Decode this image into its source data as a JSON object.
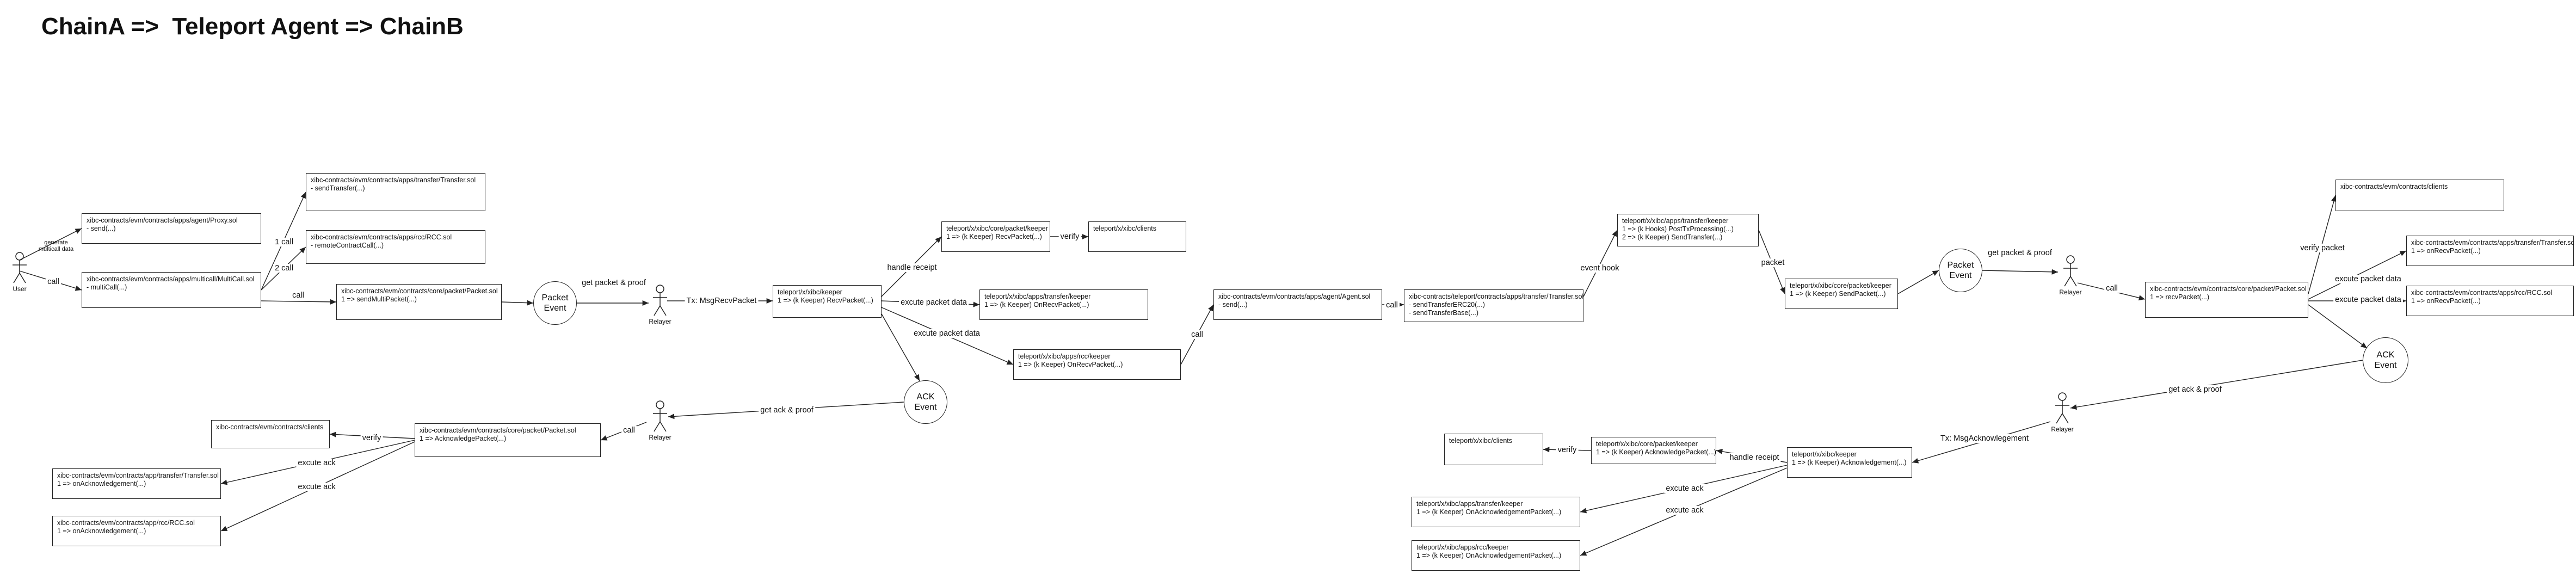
{
  "title": "ChainA =>  Teleport Agent => ChainB",
  "actors": {
    "user": "User",
    "relayer": "Relayer"
  },
  "events": {
    "packet_line1": "Packet",
    "packet_line2": "Event",
    "ack_line1": "ACK",
    "ack_line2": "Event"
  },
  "boxes": {
    "agent_proxy": [
      "xibc-contracts/evm/contracts/apps/agent/Proxy.sol",
      "- send(...)"
    ],
    "multicall": [
      "xibc-contracts/evm/contracts/apps/multicall/MultiCall.sol",
      "- multiCall(...)"
    ],
    "transfer_a": [
      "xibc-contracts/evm/contracts/apps/transfer/Transfer.sol",
      "- sendTransfer(...)"
    ],
    "rcc_a": [
      "xibc-contracts/evm/contracts/apps/rcc/RCC.sol",
      "- remoteContractCall(...)"
    ],
    "packet_a": [
      "xibc-contracts/evm/contracts/core/packet/Packet.sol",
      "1 => sendMultiPacket(...)"
    ],
    "keeper_recv": [
      "teleport/x/xibc/keeper",
      "1 => (k Keeper) RecvPacket(...)"
    ],
    "packet_keeper_recv": [
      "teleport/x/xibc/core/packet/keeper",
      "1 => (k Keeper) RecvPacket(...)"
    ],
    "clients_t1": [
      "teleport/x/xibc/clients"
    ],
    "transfer_keeper_recv": [
      "teleport/x/xibc/apps/transfer/keeper",
      "1 => (k Keeper) OnRecvPacket(...)"
    ],
    "rcc_keeper_recv": [
      "teleport/x/xibc/apps/rcc/keeper",
      "1 => (k Keeper) OnRecvPacket(...)"
    ],
    "agent_sol": [
      "xibc-contracts/evm/contracts/apps/agent/Agent.sol",
      "- send(...)"
    ],
    "teleport_transfer": [
      "xibc-contracts/teleport/contracts/apps/transfer/Transfer.sol",
      "- sendTransferERC20(...)",
      "- sendTransferBase(...)"
    ],
    "transfer_keeper_hook": [
      "teleport/x/xibc/apps/transfer/keeper",
      "1 => (k Hooks) PostTxProcessing(...)",
      "2 => (k Keeper) SendTransfer(...)"
    ],
    "packet_keeper_send": [
      "teleport/x/xibc/core/packet/keeper",
      "1 => (k Keeper) SendPacket(...)"
    ],
    "packet_b": [
      "xibc-contracts/evm/contracts/core/packet/Packet.sol",
      "1 => recvPacket(...)"
    ],
    "clients_b": [
      "xibc-contracts/evm/contracts/clients"
    ],
    "transfer_b": [
      "xibc-contracts/evm/contracts/apps/transfer/Transfer.sol",
      "1 => onRecvPacket(...)"
    ],
    "rcc_b": [
      "xibc-contracts/evm/contracts/apps/rcc/RCC.sol",
      "1 => onRecvPacket(...)"
    ],
    "keeper_ack": [
      "teleport/x/xibc/keeper",
      "1 => (k Keeper) Acknowledgement(...)"
    ],
    "packet_keeper_ack": [
      "teleport/x/xibc/core/packet/keeper",
      "1 => (k Keeper) AcknowledgePacket(...)"
    ],
    "clients_t2": [
      "teleport/x/xibc/clients"
    ],
    "transfer_keeper_ack": [
      "teleport/x/xibc/apps/transfer/keeper",
      "1 => (k Keeper) OnAcknowledgementPacket(...)"
    ],
    "rcc_keeper_ack": [
      "teleport/x/xibc/apps/rcc/keeper",
      "1 => (k Keeper) OnAcknowledgementPacket(...)"
    ],
    "packet_a_ack": [
      "xibc-contracts/evm/contracts/core/packet/Packet.sol",
      "1 => AcknowledgePacket(...)"
    ],
    "clients_a": [
      "xibc-contracts/evm/contracts/clients"
    ],
    "transfer_a_ack": [
      "xibc-contracts/evm/contracts/app/transfer/Transfer.sol",
      "1 => onAcknowledgement(...)"
    ],
    "rcc_a_ack": [
      "xibc-contracts/evm/contracts/app/rcc/RCC.sol",
      "1 => onAcknowledgement(...)"
    ]
  },
  "labels": {
    "generate_multicall_1": "generate",
    "generate_multicall_2": "multicall data",
    "call_user": "call",
    "one_call": "1 call",
    "two_call": "2 call",
    "call_packet": "call",
    "get_packet_proof_a": "get packet & proof",
    "tx_msgrecvpacket": "Tx: MsgRecvPacket",
    "handle_receipt_1": "handle receipt",
    "verify_1": "verify",
    "excute_packet_data_1": "excute packet data",
    "excute_packet_data_2": "excute packet data",
    "call_agent": "call",
    "call_agent_transfer": "call",
    "event_hook": "event hook",
    "packet_lbl": "packet",
    "get_packet_proof_b": "get packet & proof",
    "call_relayer_b": "call",
    "verify_packet": "verify packet",
    "excute_packet_data_b1": "excute packet data",
    "excute_packet_data_b2": "excute packet data",
    "get_ack_proof_b": "get ack & proof",
    "tx_msgack": "Tx: MsgAcknowlegement",
    "handle_receipt_2": "handle receipt",
    "verify_2": "verify",
    "excute_ack_t1": "excute ack",
    "excute_ack_t2": "excute ack",
    "get_ack_proof_a": "get ack & proof",
    "call_relayer_a": "call",
    "verify_3": "verify",
    "excute_ack_a1": "excute ack",
    "excute_ack_a2": "excute ack"
  }
}
